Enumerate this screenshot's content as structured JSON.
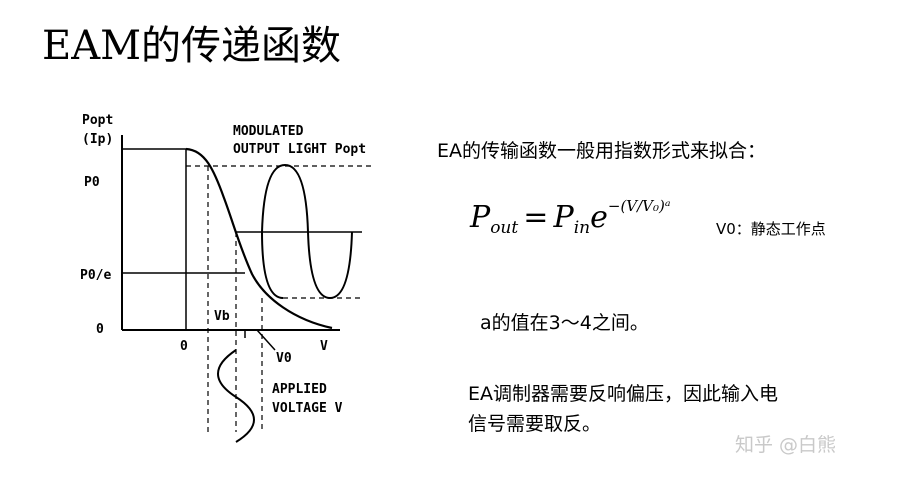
{
  "title": "EAM的传递函数",
  "diagram": {
    "y_axis_label_top": "Popt",
    "y_axis_label_sub": "(Ip)",
    "p0": "P0",
    "p0e": "P0/e",
    "zero_y": "0",
    "zero_x": "0",
    "vb": "Vb",
    "v0": "V0",
    "v_axis": "V",
    "output_line1": "MODULATED",
    "output_line2": "OUTPUT LIGHT Popt",
    "applied_line1": "APPLIED",
    "applied_line2": "VOLTAGE V"
  },
  "text": {
    "intro": "EA的传输函数一般用指数形式来拟合：",
    "formula": {
      "lhs": "P",
      "lhs_sub": "out",
      "eq": "=",
      "rhs": "P",
      "rhs_sub": "in",
      "base": "e",
      "exponent": "−(V/V₀)ᵃ"
    },
    "note": "V0：静态工作点",
    "a_value": "a的值在3～4之间。",
    "bias_line1": "EA调制器需要反响偏压，因此输入电",
    "bias_line2": "信号需要取反。"
  },
  "watermark": "知乎 @白熊"
}
